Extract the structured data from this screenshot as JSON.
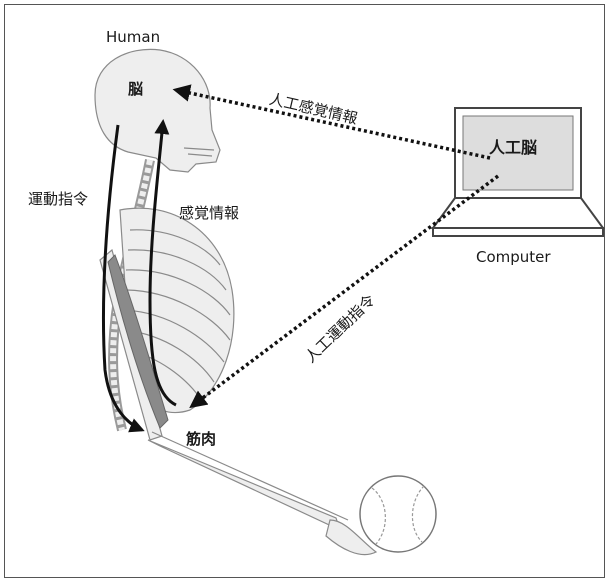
{
  "labels": {
    "human": "Human",
    "brain": "脳",
    "motor_command": "運動指令",
    "sensory_info": "感覚情報",
    "muscle": "筋肉",
    "artificial_sensory": "人工感覚情報",
    "artificial_motor": "人工運動指令",
    "computer": "Computer",
    "artificial_brain": "人工脳"
  },
  "colors": {
    "outline": "#555555",
    "bone": "#eeeeee",
    "bone_stroke": "#8a8a8a",
    "muscle": "#8a8a8a",
    "arrow": "#111111",
    "screen": "#dddddd"
  },
  "icons": {
    "computer": "laptop-icon",
    "ball": "baseball-icon",
    "skeleton": "skeleton-illustration"
  }
}
